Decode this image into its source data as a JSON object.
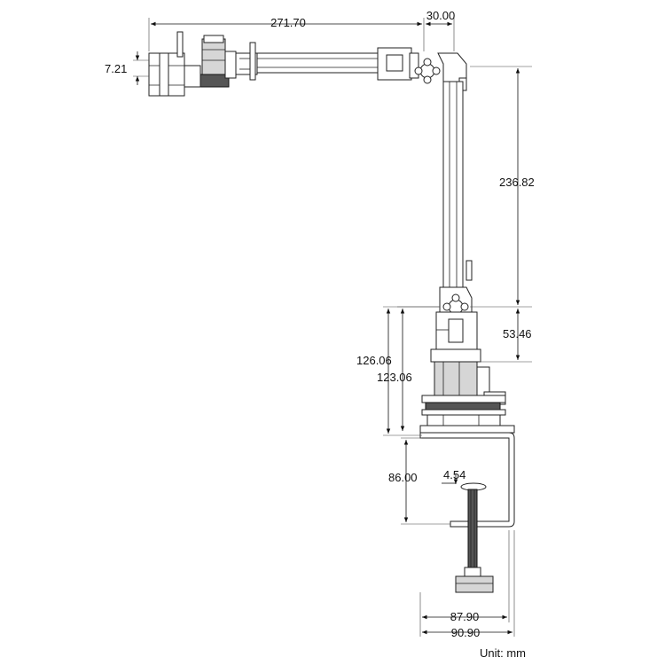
{
  "dimensions": {
    "reach_horizontal": "271.70",
    "offset_top": "30.00",
    "gripper_offset": "7.21",
    "vertical_arm": "236.82",
    "shoulder_height": "53.46",
    "base_height_outer": "126.06",
    "base_height_inner": "123.06",
    "clamp_height": "86.00",
    "screw_diameter": "4.54",
    "clamp_inner_width": "87.90",
    "clamp_outer_width": "90.90"
  },
  "unit_label": "Unit: mm"
}
